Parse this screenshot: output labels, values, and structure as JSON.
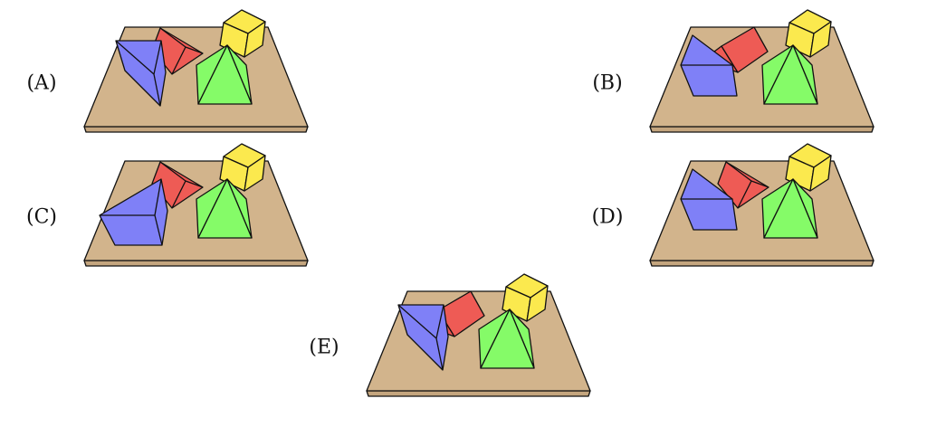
{
  "panels": [
    {
      "id": "A",
      "label": "(A)",
      "red": "wedge",
      "blue": "tetra"
    },
    {
      "id": "B",
      "label": "(B)",
      "red": "box",
      "blue": "pentagon"
    },
    {
      "id": "C",
      "label": "(C)",
      "red": "wedge",
      "blue": "prism"
    },
    {
      "id": "D",
      "label": "(D)",
      "red": "wedge",
      "blue": "pentagon"
    },
    {
      "id": "E",
      "label": "(E)",
      "red": "box",
      "blue": "tetra"
    }
  ],
  "colors": {
    "table_top": "#d2b48c",
    "table_side": "#c4a57e",
    "yellow": "#fbe94e",
    "green": "#85fb68",
    "red": "#ee5b55",
    "blue": "#7f80f7"
  }
}
